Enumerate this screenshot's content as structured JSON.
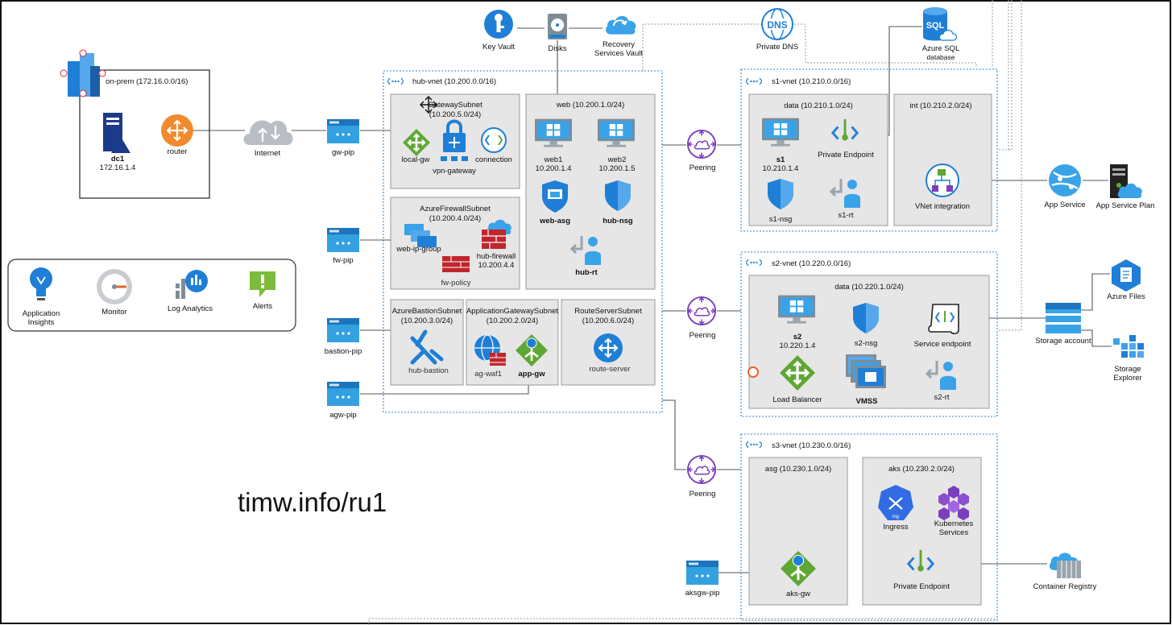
{
  "diagram_title": "timw.info/ru1",
  "top_services": {
    "key_vault": "Key Vault",
    "disks": "Disks",
    "recovery_line1": "Recovery",
    "recovery_line2": "Services Vault",
    "private_dns": "Private DNS",
    "dns_badge": "DNS",
    "sql_line1": "Azure SQL",
    "sql_line2": "database",
    "sql_badge": "SQL"
  },
  "onprem": {
    "label": "on-prem (172.16.0.0/16)",
    "dc_name": "dc1",
    "dc_ip": "172.16.1.4",
    "router": "router",
    "internet": "Internet"
  },
  "public_ips": {
    "gw": "gw-pip",
    "fw": "fw-pip",
    "bastion": "bastion-pip",
    "agw": "agw-pip",
    "aksgw": "aksgw-pip"
  },
  "monitoring": {
    "app_insights_1": "Application",
    "app_insights_2": "Insights",
    "monitor": "Monitor",
    "log_analytics": "Log Analytics",
    "alerts": "Alerts"
  },
  "hub": {
    "label": "hub-vnet (10.200.0.0/16)",
    "gw_subnet_1": "GatewaySubnet",
    "gw_subnet_2": "(10.200.5.0/24)",
    "local_gw": "local-gw",
    "vpn_gw": "vpn-gateway",
    "connection": "connection",
    "fw_subnet_1": "AzureFirewallSubnet",
    "fw_subnet_2": "(10.200.4.0/24)",
    "web_ip_group": "web-ip-group",
    "hub_firewall": "hub-firewall",
    "hub_firewall_ip": "10.200.4.4",
    "fw_policy": "fw-policy",
    "web_subnet": "web (10.200.1.0/24)",
    "web1": "web1",
    "web1_ip": "10.200.1.4",
    "web2": "web2",
    "web2_ip": "10.200.1.5",
    "web_asg": "web-asg",
    "hub_nsg": "hub-nsg",
    "hub_rt": "hub-rt",
    "bastion_subnet_1": "AzureBastionSubnet",
    "bastion_subnet_2": "(10.200.3.0/24)",
    "hub_bastion": "hub-bastion",
    "appgw_subnet_1": "ApplicationGatewaySubnet",
    "appgw_subnet_2": "(10.200.2.0/24)",
    "ag_waf": "ag-waf1",
    "app_gw": "app-gw",
    "rs_subnet_1": "RouteServerSubnet",
    "rs_subnet_2": "(10.200.6.0/24)",
    "route_server": "route-server"
  },
  "peering": {
    "p1": "Peering",
    "p2": "Peering",
    "p3": "Peering"
  },
  "s1": {
    "label": "s1-vnet (10.210.0.0/16)",
    "data_subnet": "data (10.210.1.0/24)",
    "int_subnet": "int (10.210.2.0/24)",
    "vm": "s1",
    "vm_ip": "10.210.1.4",
    "private_endpoint": "Private Endpoint",
    "nsg": "s1-nsg",
    "rt": "s1-rt",
    "vnet_integration": "VNet integration"
  },
  "app_service": {
    "app": "App Service",
    "plan": "App Service Plan"
  },
  "s2": {
    "label": "s2-vnet (10.220.0.0/16)",
    "data_subnet": "data (10.220.1.0/24)",
    "vm": "s2",
    "vm_ip": "10.220.1.4",
    "nsg": "s2-nsg",
    "service_endpoint": "Service endpoint",
    "load_balancer": "Load Balancer",
    "vmss": "VMSS",
    "rt": "s2-rt"
  },
  "storage": {
    "account": "Storage account",
    "files": "Azure Files",
    "explorer_1": "Storage",
    "explorer_2": "Explorer"
  },
  "s3": {
    "label": "s3-vnet (10.230.0.0/16)",
    "asg_subnet": "asg (10.230.1.0/24)",
    "aks_subnet": "aks (10.230.2.0/24)",
    "ingress": "Ingress",
    "k8s_1": "Kubernetes",
    "k8s_2": "Services",
    "aks_gw": "aks-gw",
    "private_endpoint": "Private Endpoint",
    "container_registry": "Container Registry",
    "ing_badge": "ing"
  },
  "colors": {
    "azure_blue": "#1f7fd6",
    "green": "#5fa734",
    "firewall_red": "#c0262d",
    "router_orange": "#f08a2c",
    "peering_purple": "#7b3fbe",
    "subnet_fill": "#e6e6e6",
    "vnet_border": "#2b88d8"
  }
}
